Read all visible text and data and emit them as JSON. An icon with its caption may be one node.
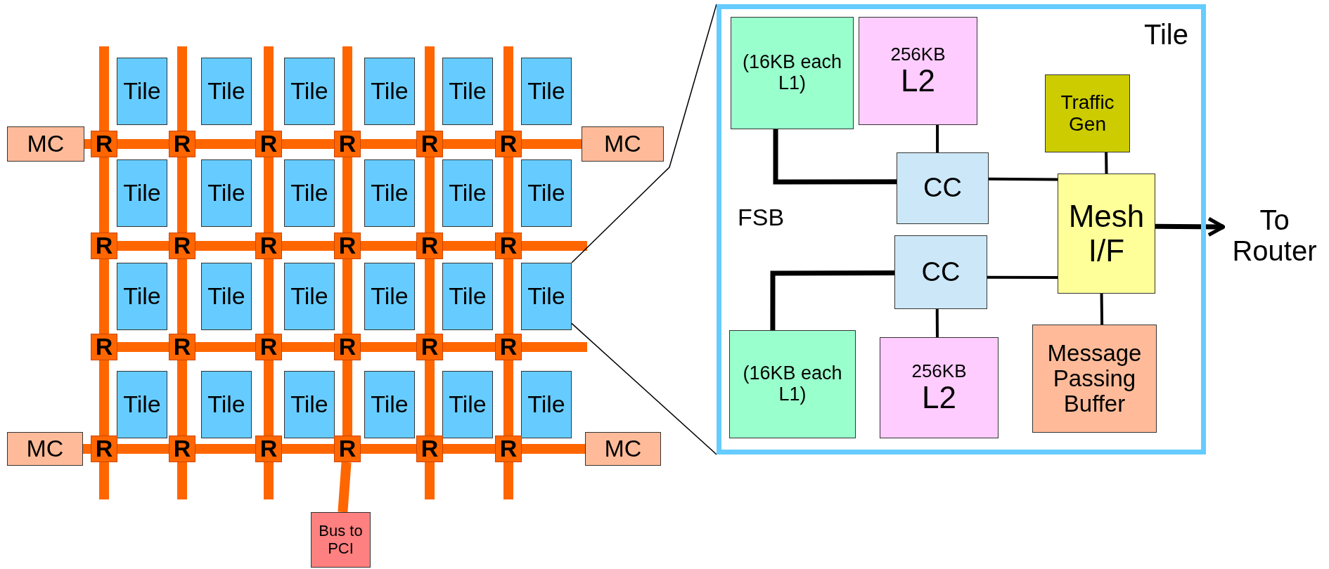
{
  "diagram": {
    "nodes": [
      {
        "text": [
          "Tile"
        ]
      },
      {
        "text": [
          "Tile"
        ]
      },
      {
        "text": [
          "Tile"
        ]
      },
      {
        "text": [
          "Tile"
        ]
      },
      {
        "text": [
          "Tile"
        ]
      },
      {
        "text": [
          "Tile"
        ]
      },
      {
        "text": [
          "MC"
        ]
      },
      {
        "text": [
          "R"
        ]
      },
      {
        "text": [
          "R"
        ]
      },
      {
        "text": [
          "R"
        ]
      },
      {
        "text": [
          "R"
        ]
      },
      {
        "text": [
          "R"
        ]
      },
      {
        "text": [
          "R"
        ]
      },
      {
        "text": [
          "MC"
        ]
      },
      {
        "text": [
          "Tile"
        ]
      },
      {
        "text": [
          "Tile"
        ]
      },
      {
        "text": [
          "Tile"
        ]
      },
      {
        "text": [
          "Tile"
        ]
      },
      {
        "text": [
          "Tile"
        ]
      },
      {
        "text": [
          "Tile"
        ]
      },
      {
        "text": [
          "R"
        ]
      },
      {
        "text": [
          "R"
        ]
      },
      {
        "text": [
          "R"
        ]
      },
      {
        "text": [
          "R"
        ]
      },
      {
        "text": [
          "R"
        ]
      },
      {
        "text": [
          "R"
        ]
      },
      {
        "text": [
          "Tile"
        ]
      },
      {
        "text": [
          "Tile"
        ]
      },
      {
        "text": [
          "Tile"
        ]
      },
      {
        "text": [
          "Tile"
        ]
      },
      {
        "text": [
          "Tile"
        ]
      },
      {
        "text": [
          "Tile"
        ]
      },
      {
        "text": [
          "R"
        ]
      },
      {
        "text": [
          "R"
        ]
      },
      {
        "text": [
          "R"
        ]
      },
      {
        "text": [
          "R"
        ]
      },
      {
        "text": [
          "R"
        ]
      },
      {
        "text": [
          "R"
        ]
      },
      {
        "text": [
          "Tile"
        ]
      },
      {
        "text": [
          "Tile"
        ]
      },
      {
        "text": [
          "Tile"
        ]
      },
      {
        "text": [
          "Tile"
        ]
      },
      {
        "text": [
          "Tile"
        ]
      },
      {
        "text": [
          "Tile"
        ]
      },
      {
        "text": [
          "MC"
        ]
      },
      {
        "text": [
          "R"
        ]
      },
      {
        "text": [
          "R"
        ]
      },
      {
        "text": [
          "R"
        ]
      },
      {
        "text": [
          "R"
        ]
      },
      {
        "text": [
          "R"
        ]
      },
      {
        "text": [
          "R"
        ]
      },
      {
        "text": [
          "MC"
        ]
      },
      {
        "text": [
          "Bus to PCI"
        ]
      },
      {
        "text": [
          "Tile"
        ]
      },
      {
        "text": [
          "(16KB each L1)"
        ],
        "in": 53
      },
      {
        "text": [
          "256KB",
          "L2"
        ],
        "in": 53
      },
      {
        "text": [
          "Traffic Gen"
        ],
        "in": 53
      },
      {
        "text": [
          "CC"
        ],
        "in": 53
      },
      {
        "text": [
          "Mesh I/F"
        ],
        "in": 53
      },
      {
        "text": [
          "CC"
        ],
        "in": 53
      },
      {
        "text": [
          "(16KB each L1)"
        ],
        "in": 53
      },
      {
        "text": [
          "256KB",
          "L2"
        ],
        "in": 53
      },
      {
        "text": [
          "Message Passing Buffer"
        ],
        "in": 53
      },
      {
        "text": [
          "To Router"
        ]
      }
    ],
    "edges": [
      {
        "from": 6,
        "to": 7,
        "arrow": "none"
      },
      {
        "from": 7,
        "to": 8,
        "arrow": "none"
      },
      {
        "from": 8,
        "to": 9,
        "arrow": "none"
      },
      {
        "from": 9,
        "to": 10,
        "arrow": "none"
      },
      {
        "from": 10,
        "to": 11,
        "arrow": "none"
      },
      {
        "from": 11,
        "to": 12,
        "arrow": "none"
      },
      {
        "from": 12,
        "to": 13,
        "arrow": "none"
      },
      {
        "from": 20,
        "to": 21,
        "arrow": "none"
      },
      {
        "from": 21,
        "to": 22,
        "arrow": "none"
      },
      {
        "from": 22,
        "to": 23,
        "arrow": "none"
      },
      {
        "from": 23,
        "to": 24,
        "arrow": "none"
      },
      {
        "from": 24,
        "to": 25,
        "arrow": "none"
      },
      {
        "from": 25,
        "to": null,
        "arrow": "none"
      },
      {
        "from": 32,
        "to": 33,
        "arrow": "none"
      },
      {
        "from": 33,
        "to": 34,
        "arrow": "none"
      },
      {
        "from": 34,
        "to": 35,
        "arrow": "none"
      },
      {
        "from": 35,
        "to": 36,
        "arrow": "none"
      },
      {
        "from": 36,
        "to": 37,
        "arrow": "none"
      },
      {
        "from": 37,
        "to": null,
        "arrow": "none"
      },
      {
        "from": 44,
        "to": 45,
        "arrow": "none"
      },
      {
        "from": 45,
        "to": 46,
        "arrow": "none"
      },
      {
        "from": 46,
        "to": 47,
        "arrow": "none"
      },
      {
        "from": 47,
        "to": 48,
        "arrow": "none"
      },
      {
        "from": 48,
        "to": 49,
        "arrow": "none"
      },
      {
        "from": 49,
        "to": 50,
        "arrow": "none"
      },
      {
        "from": 50,
        "to": 51,
        "arrow": "none"
      },
      {
        "from": null,
        "to": 7,
        "arrow": "none"
      },
      {
        "from": null,
        "to": 8,
        "arrow": "none"
      },
      {
        "from": null,
        "to": 9,
        "arrow": "none"
      },
      {
        "from": null,
        "to": 10,
        "arrow": "none"
      },
      {
        "from": null,
        "to": 11,
        "arrow": "none"
      },
      {
        "from": null,
        "to": 12,
        "arrow": "none"
      },
      {
        "from": 7,
        "to": 20,
        "arrow": "none"
      },
      {
        "from": 20,
        "to": 32,
        "arrow": "none"
      },
      {
        "from": 32,
        "to": 45,
        "arrow": "none"
      },
      {
        "from": 8,
        "to": 21,
        "arrow": "none"
      },
      {
        "from": 21,
        "to": 33,
        "arrow": "none"
      },
      {
        "from": 33,
        "to": 46,
        "arrow": "none"
      },
      {
        "from": 9,
        "to": 22,
        "arrow": "none"
      },
      {
        "from": 22,
        "to": 34,
        "arrow": "none"
      },
      {
        "from": 34,
        "to": 47,
        "arrow": "none"
      },
      {
        "from": 10,
        "to": 23,
        "arrow": "none"
      },
      {
        "from": 23,
        "to": 35,
        "arrow": "none"
      },
      {
        "from": 35,
        "to": 48,
        "arrow": "none"
      },
      {
        "from": 11,
        "to": 24,
        "arrow": "none"
      },
      {
        "from": 24,
        "to": 36,
        "arrow": "none"
      },
      {
        "from": 36,
        "to": 49,
        "arrow": "none"
      },
      {
        "from": 12,
        "to": 25,
        "arrow": "none"
      },
      {
        "from": 25,
        "to": 37,
        "arrow": "none"
      },
      {
        "from": 37,
        "to": 50,
        "arrow": "none"
      },
      {
        "from": 45,
        "to": null,
        "arrow": "none"
      },
      {
        "from": 46,
        "to": null,
        "arrow": "none"
      },
      {
        "from": 47,
        "to": null,
        "arrow": "none"
      },
      {
        "from": 48,
        "to": 52,
        "arrow": "none"
      },
      {
        "from": 49,
        "to": null,
        "arrow": "none"
      },
      {
        "from": 50,
        "to": null,
        "arrow": "none"
      },
      {
        "from": 54,
        "to": 57,
        "arrow": "none",
        "color": "#000000"
      },
      {
        "from": 55,
        "to": 57,
        "arrow": "none",
        "color": "#000000"
      },
      {
        "from": 56,
        "to": 58,
        "arrow": "none",
        "color": "#000000"
      },
      {
        "from": 57,
        "to": 58,
        "arrow": "none",
        "color": "#000000"
      },
      {
        "from": 59,
        "to": 58,
        "arrow": "none",
        "color": "#000000"
      },
      {
        "from": 59,
        "to": 60,
        "arrow": "none",
        "color": "#000000"
      },
      {
        "from": 61,
        "to": 59,
        "arrow": "none",
        "color": "#000000"
      },
      {
        "from": 58,
        "to": 62,
        "arrow": "none",
        "color": "#000000"
      },
      {
        "from": 58,
        "to": 63,
        "arrow": "to",
        "color": "#000000"
      },
      {
        "from": 31,
        "to": 53,
        "arrow": "none",
        "color": "#000000"
      },
      {
        "from": 31,
        "to": 53,
        "arrow": "none",
        "color": "#000000"
      }
    ],
    "labels": [
      "FSB"
    ]
  }
}
